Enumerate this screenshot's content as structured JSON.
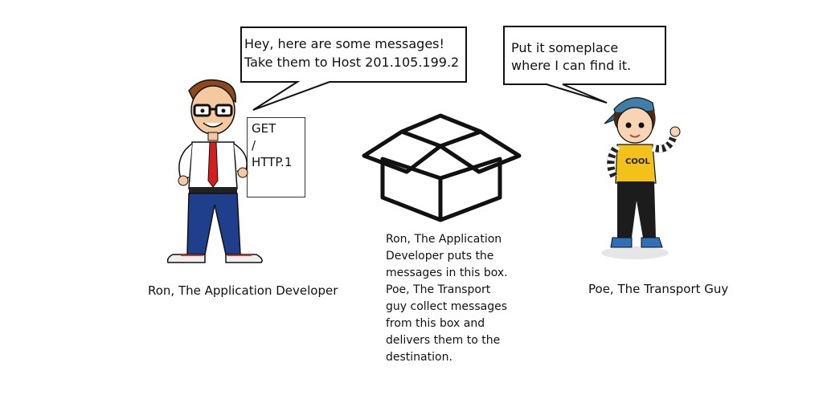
{
  "left_bubble": {
    "line1": "Hey, here are some messages!",
    "line2": "Take them to Host 201.105.199.2"
  },
  "right_bubble": {
    "line1": "Put it someplace",
    "line2": "where I can find it."
  },
  "note": {
    "line1": "GET",
    "line2": "/",
    "line3": "HTTP.1"
  },
  "box_description": {
    "line1": "Ron, The Application",
    "line2": "Developer puts the",
    "line3": "messages in this box.",
    "line4": "Poe, The Transport",
    "line5": "guy collect messages",
    "line6": "from this box and",
    "line7": "delivers them to the",
    "line8": "destination."
  },
  "captions": {
    "left": "Ron, The Application Developer",
    "right": "Poe, The Transport Guy"
  },
  "colors": {
    "line": "#111111",
    "developer_pants": "#1f3f8c",
    "developer_tie": "#d21f1f",
    "developer_hair": "#8a4a1c",
    "transport_shirt": "#f2c21b",
    "transport_cap": "#3d7fa8",
    "transport_pants": "#1c1c1c"
  },
  "icons": [
    "developer-figure",
    "transport-guy-figure",
    "open-box-icon"
  ]
}
